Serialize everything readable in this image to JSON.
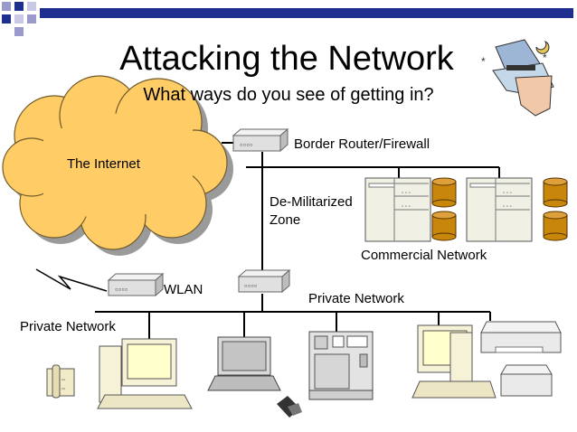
{
  "slide": {
    "title": "Attacking the Network",
    "subtitle": "What ways do you see of getting in?"
  },
  "labels": {
    "internet": "The Internet",
    "border_router": "Border Router/Firewall",
    "dmz_line1": "De-Militarized",
    "dmz_line2": "Zone",
    "commercial": "Commercial Network",
    "wlan": "WLAN",
    "private_right": "Private Network",
    "private_left": "Private Network"
  },
  "colors": {
    "accent_blue": "#1F2F8F",
    "cloud_fill": "#FFCC66",
    "cloud_shadow": "#9A9A9A",
    "db_fill": "#C8860A",
    "device_fill": "#E6E6E6",
    "screen_fill": "#FFFFCC"
  },
  "icons": [
    "network-hub-icon",
    "server-icon",
    "database-icon",
    "computer-icon",
    "laptop-icon",
    "telephone-icon",
    "printer-icon",
    "hacker-icon",
    "lightning-bolt-icon"
  ]
}
